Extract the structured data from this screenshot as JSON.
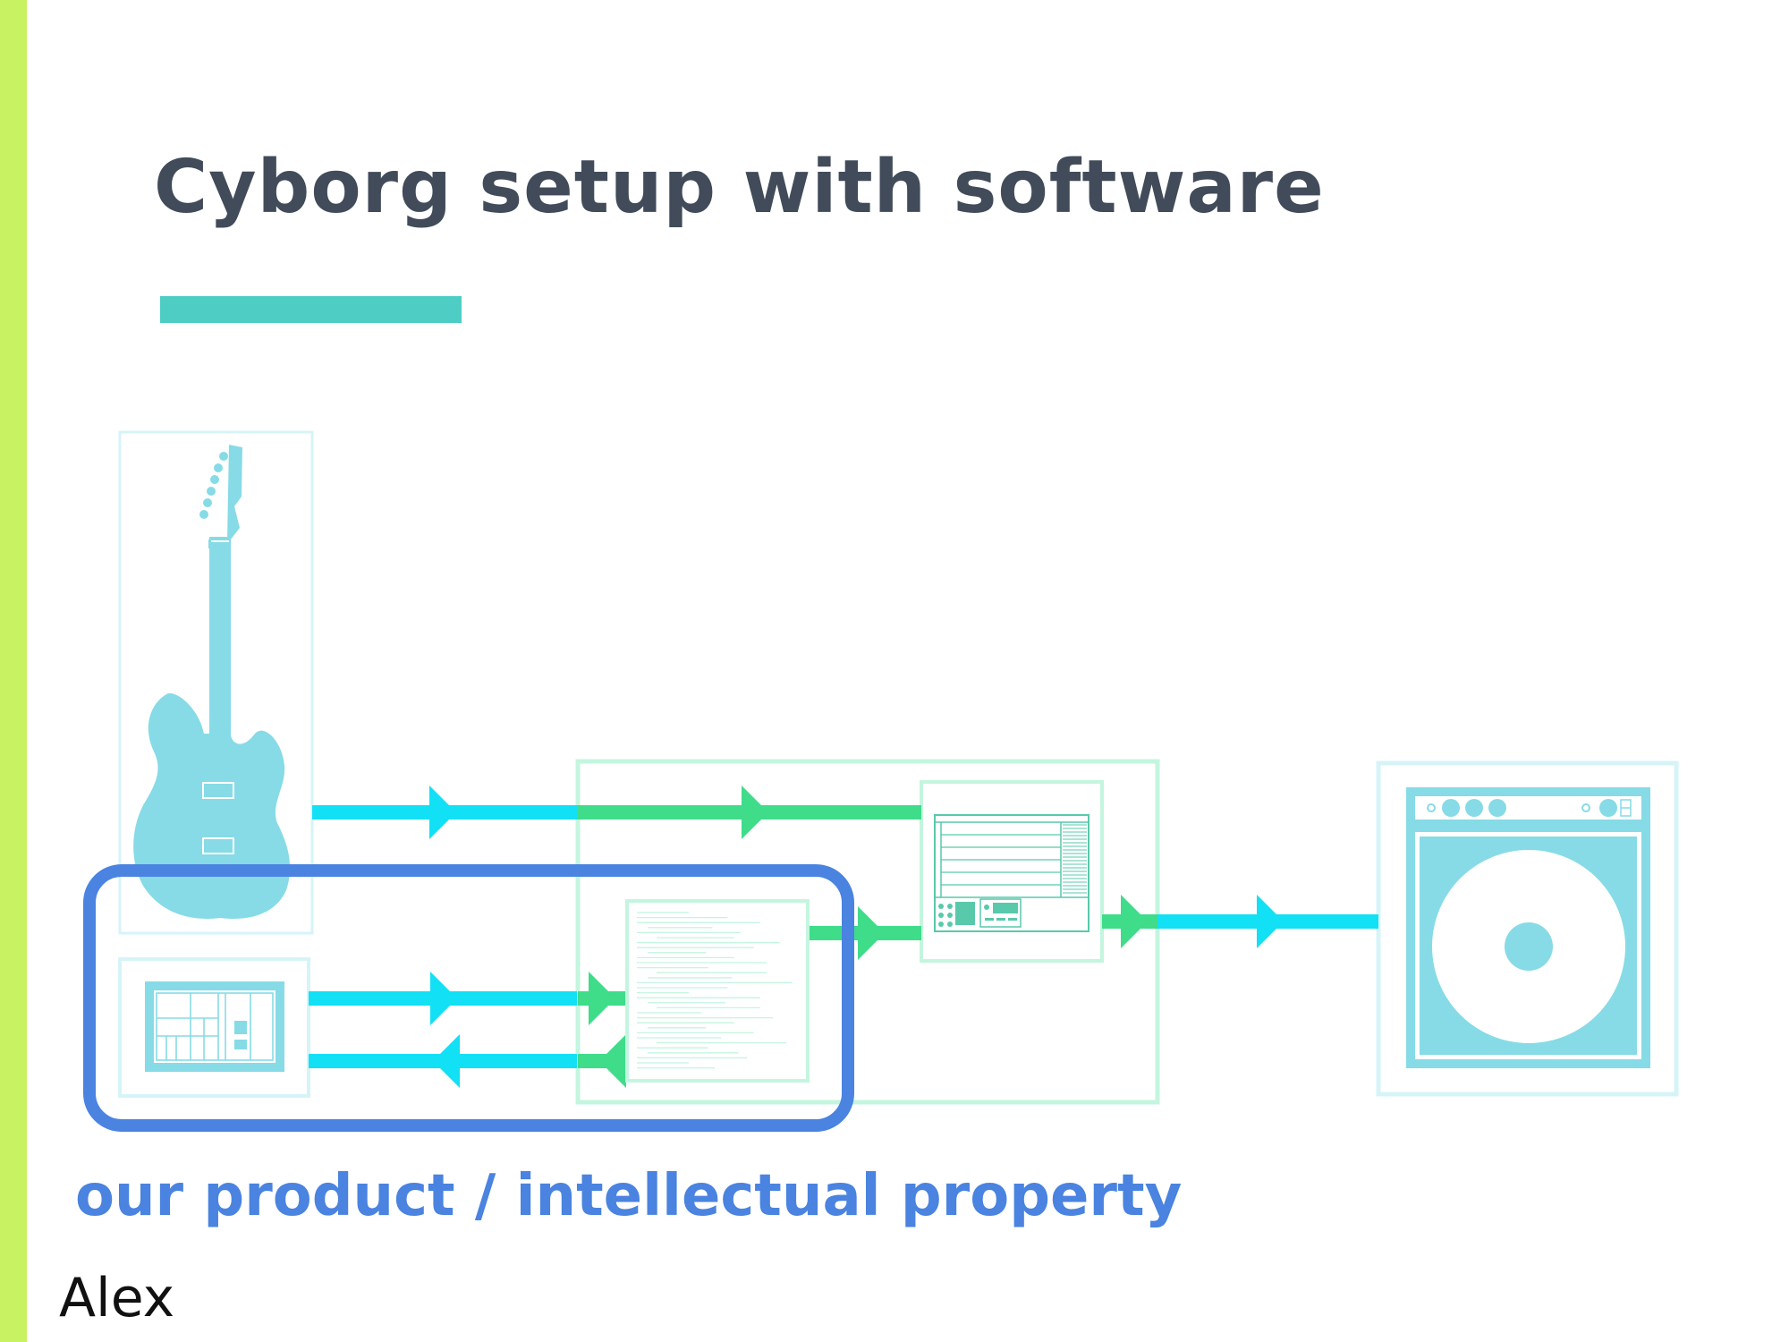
{
  "slide": {
    "title": "Cyborg setup with software",
    "caption": "our product / intellectual property",
    "author": "Alex"
  },
  "colors": {
    "side_bar": "#c8f262",
    "title_text": "#414b5a",
    "title_rule": "#4ecdc4",
    "caption_text": "#4a83e0",
    "highlight_box": "#4a83e0",
    "audio_signal": "#12e0f5",
    "midi_signal": "#3fdc8a",
    "icon_fill": "#86dbe6",
    "panel_border_cyan": "#d6f4f8",
    "panel_border_green": "#c4f5df",
    "screen_lines": "#59c9ab"
  },
  "icons": {
    "guitar": "electric-guitar-icon",
    "controller": "tablet-controller-icon",
    "code": "code-listing-icon",
    "synth": "synthesizer-app-icon",
    "amp": "guitar-amplifier-icon"
  }
}
